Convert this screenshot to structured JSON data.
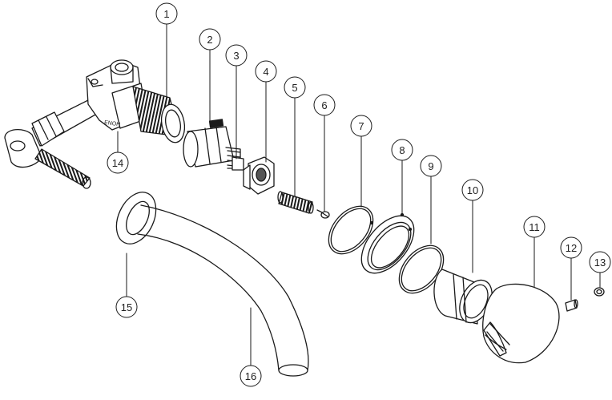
{
  "callouts": {
    "c1": "1",
    "c2": "2",
    "c3": "3",
    "c4": "4",
    "c5": "5",
    "c6": "6",
    "c7": "7",
    "c8": "8",
    "c9": "9",
    "c10": "10",
    "c11": "11",
    "c12": "12",
    "c13": "13",
    "c14": "14",
    "c15": "15",
    "c16": "16"
  },
  "body_marking": "ENOH",
  "colors": {
    "line": "#1a1a1a",
    "paper": "#ffffff",
    "shade": "#d9d9d9"
  }
}
